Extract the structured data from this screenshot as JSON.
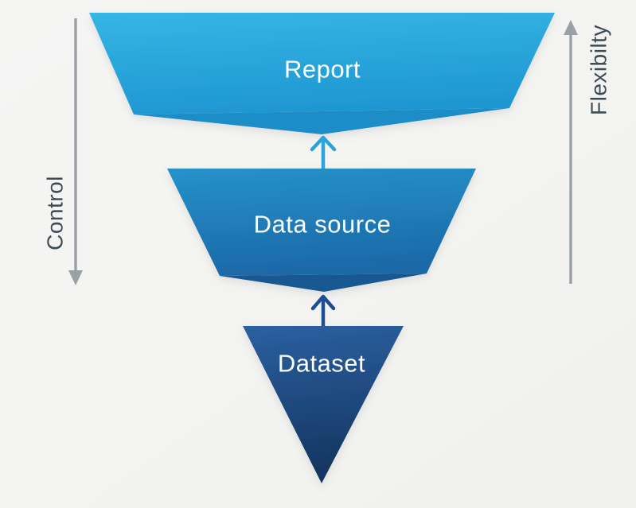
{
  "background_color": "#f3f3f2",
  "label_text_color": "#ffffff",
  "funnel": {
    "levels": [
      {
        "label": "Report",
        "color_top": "#35b6e4",
        "color_bottom": "#1f97d2",
        "color_fold": "#1c8dc7"
      },
      {
        "label": "Data source",
        "color_top": "#2692c9",
        "color_bottom": "#1b69a8",
        "color_fold": "#14588f"
      },
      {
        "label": "Dataset",
        "color_top": "#2b60a1",
        "color_bottom": "#14345e"
      }
    ],
    "arrows": [
      {
        "from": "Data source",
        "to": "Report",
        "color": "#2ba3d8"
      },
      {
        "from": "Dataset",
        "to": "Data source",
        "color": "#1d4e92"
      }
    ]
  },
  "axes": {
    "left": {
      "label": "Control",
      "direction": "down",
      "line_color": "#9aa0a5",
      "text_color": "#3e4a54"
    },
    "right": {
      "label": "Flexibilty",
      "direction": "up",
      "line_color": "#9aa0a5",
      "text_color": "#3e4a54"
    }
  }
}
